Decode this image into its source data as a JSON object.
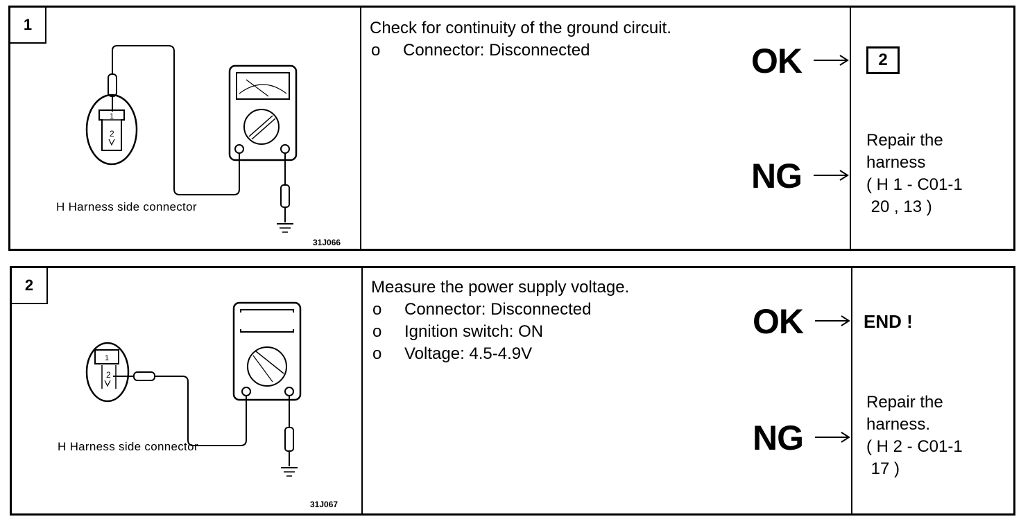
{
  "steps": [
    {
      "number": "1",
      "figure": {
        "caption": "H Harness side connector",
        "code": "31J066",
        "pins": [
          "1",
          "2"
        ]
      },
      "instruction": {
        "title": "Check for continuity of the ground circuit.",
        "bullet_marker": "o",
        "bullets": [
          "Connector: Disconnected"
        ]
      },
      "ok_label": "OK",
      "ng_label": "NG",
      "ok_result": "2",
      "ng_result_lines": [
        "Repair the",
        "harness",
        "( H 1 - C01-1",
        " 20 , 13 )"
      ]
    },
    {
      "number": "2",
      "figure": {
        "caption": "H Harness side connector",
        "code": "31J067",
        "pins": [
          "1",
          "2"
        ]
      },
      "instruction": {
        "title": "Measure the power supply voltage.",
        "bullet_marker": "o",
        "bullets": [
          "Connector: Disconnected",
          "Ignition switch: ON",
          "Voltage: 4.5-4.9V"
        ]
      },
      "ok_label": "OK",
      "ng_label": "NG",
      "ok_result": "END !",
      "ng_result_lines": [
        "Repair the",
        "harness.",
        "( H 2 - C01-1",
        " 17 )"
      ]
    }
  ]
}
